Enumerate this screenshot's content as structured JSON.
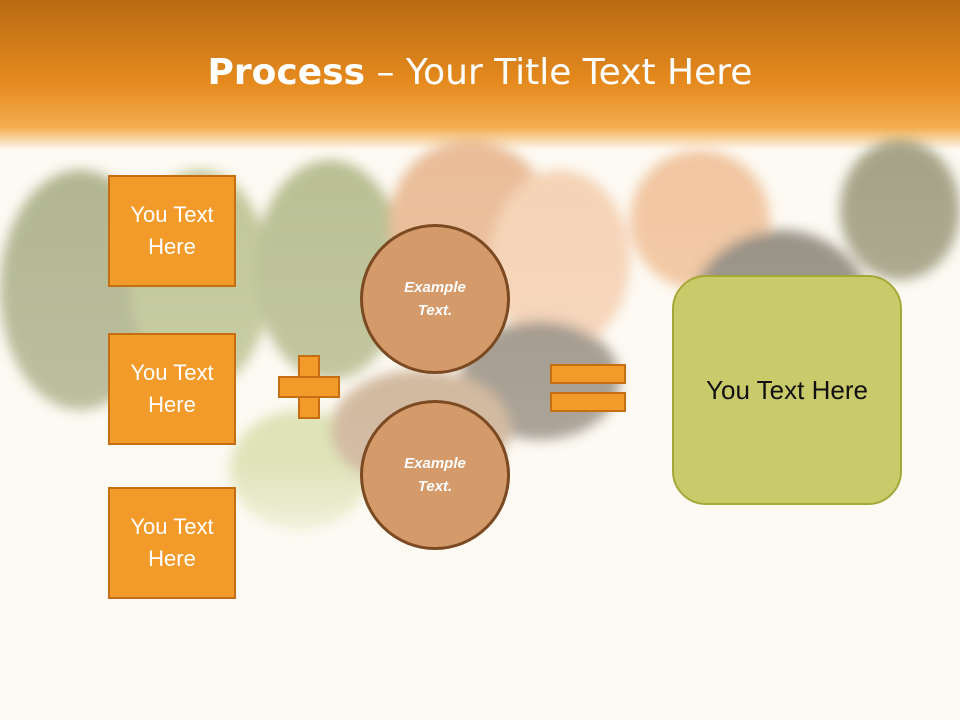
{
  "title": {
    "bold": "Process",
    "rest": " – Your Title Text Here"
  },
  "input_boxes": [
    {
      "label": "You Text Here"
    },
    {
      "label": "You Text Here"
    },
    {
      "label": "You Text Here"
    }
  ],
  "circles": [
    {
      "label": "Example Text."
    },
    {
      "label": "Example Text."
    }
  ],
  "result": {
    "label": "You Text Here"
  },
  "colors": {
    "accent": "#f29a2a",
    "circle": "#d49a6a",
    "result": "#c9ca6a",
    "header": "#e58a1e"
  }
}
